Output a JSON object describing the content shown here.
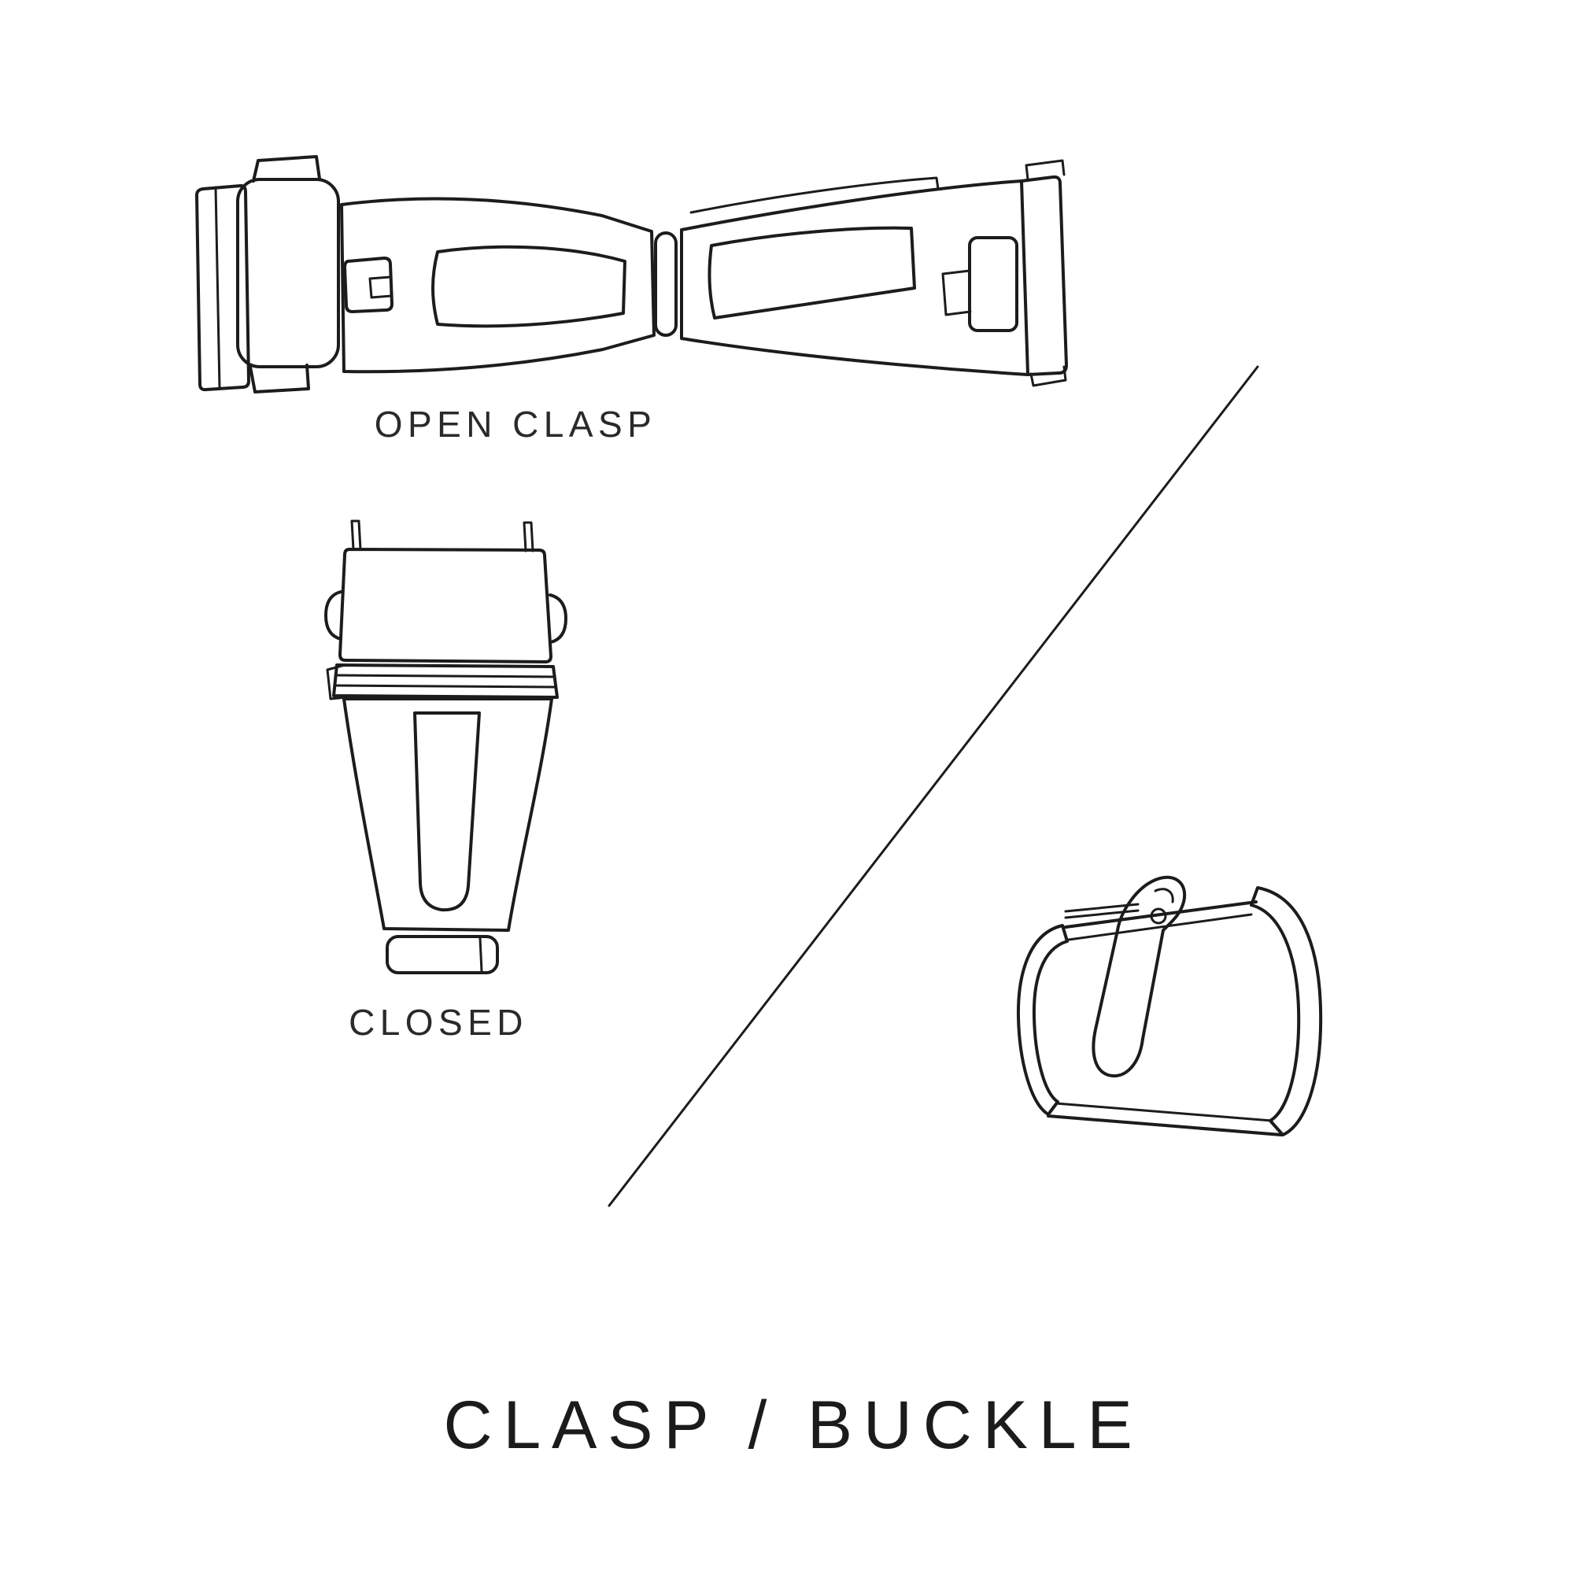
{
  "page": {
    "background": "#ffffff",
    "ink": "#1c1c1c"
  },
  "labels": {
    "open_clasp": "OPEN CLASP",
    "closed": "CLOSED",
    "title": "CLASP / BUCKLE"
  },
  "illustrations": [
    {
      "name": "open-clasp-illustration",
      "description": "watch deployant clasp shown open"
    },
    {
      "name": "closed-clasp-illustration",
      "description": "watch deployant clasp shown closed"
    },
    {
      "name": "tang-buckle-illustration",
      "description": "watch strap tang buckle"
    }
  ]
}
